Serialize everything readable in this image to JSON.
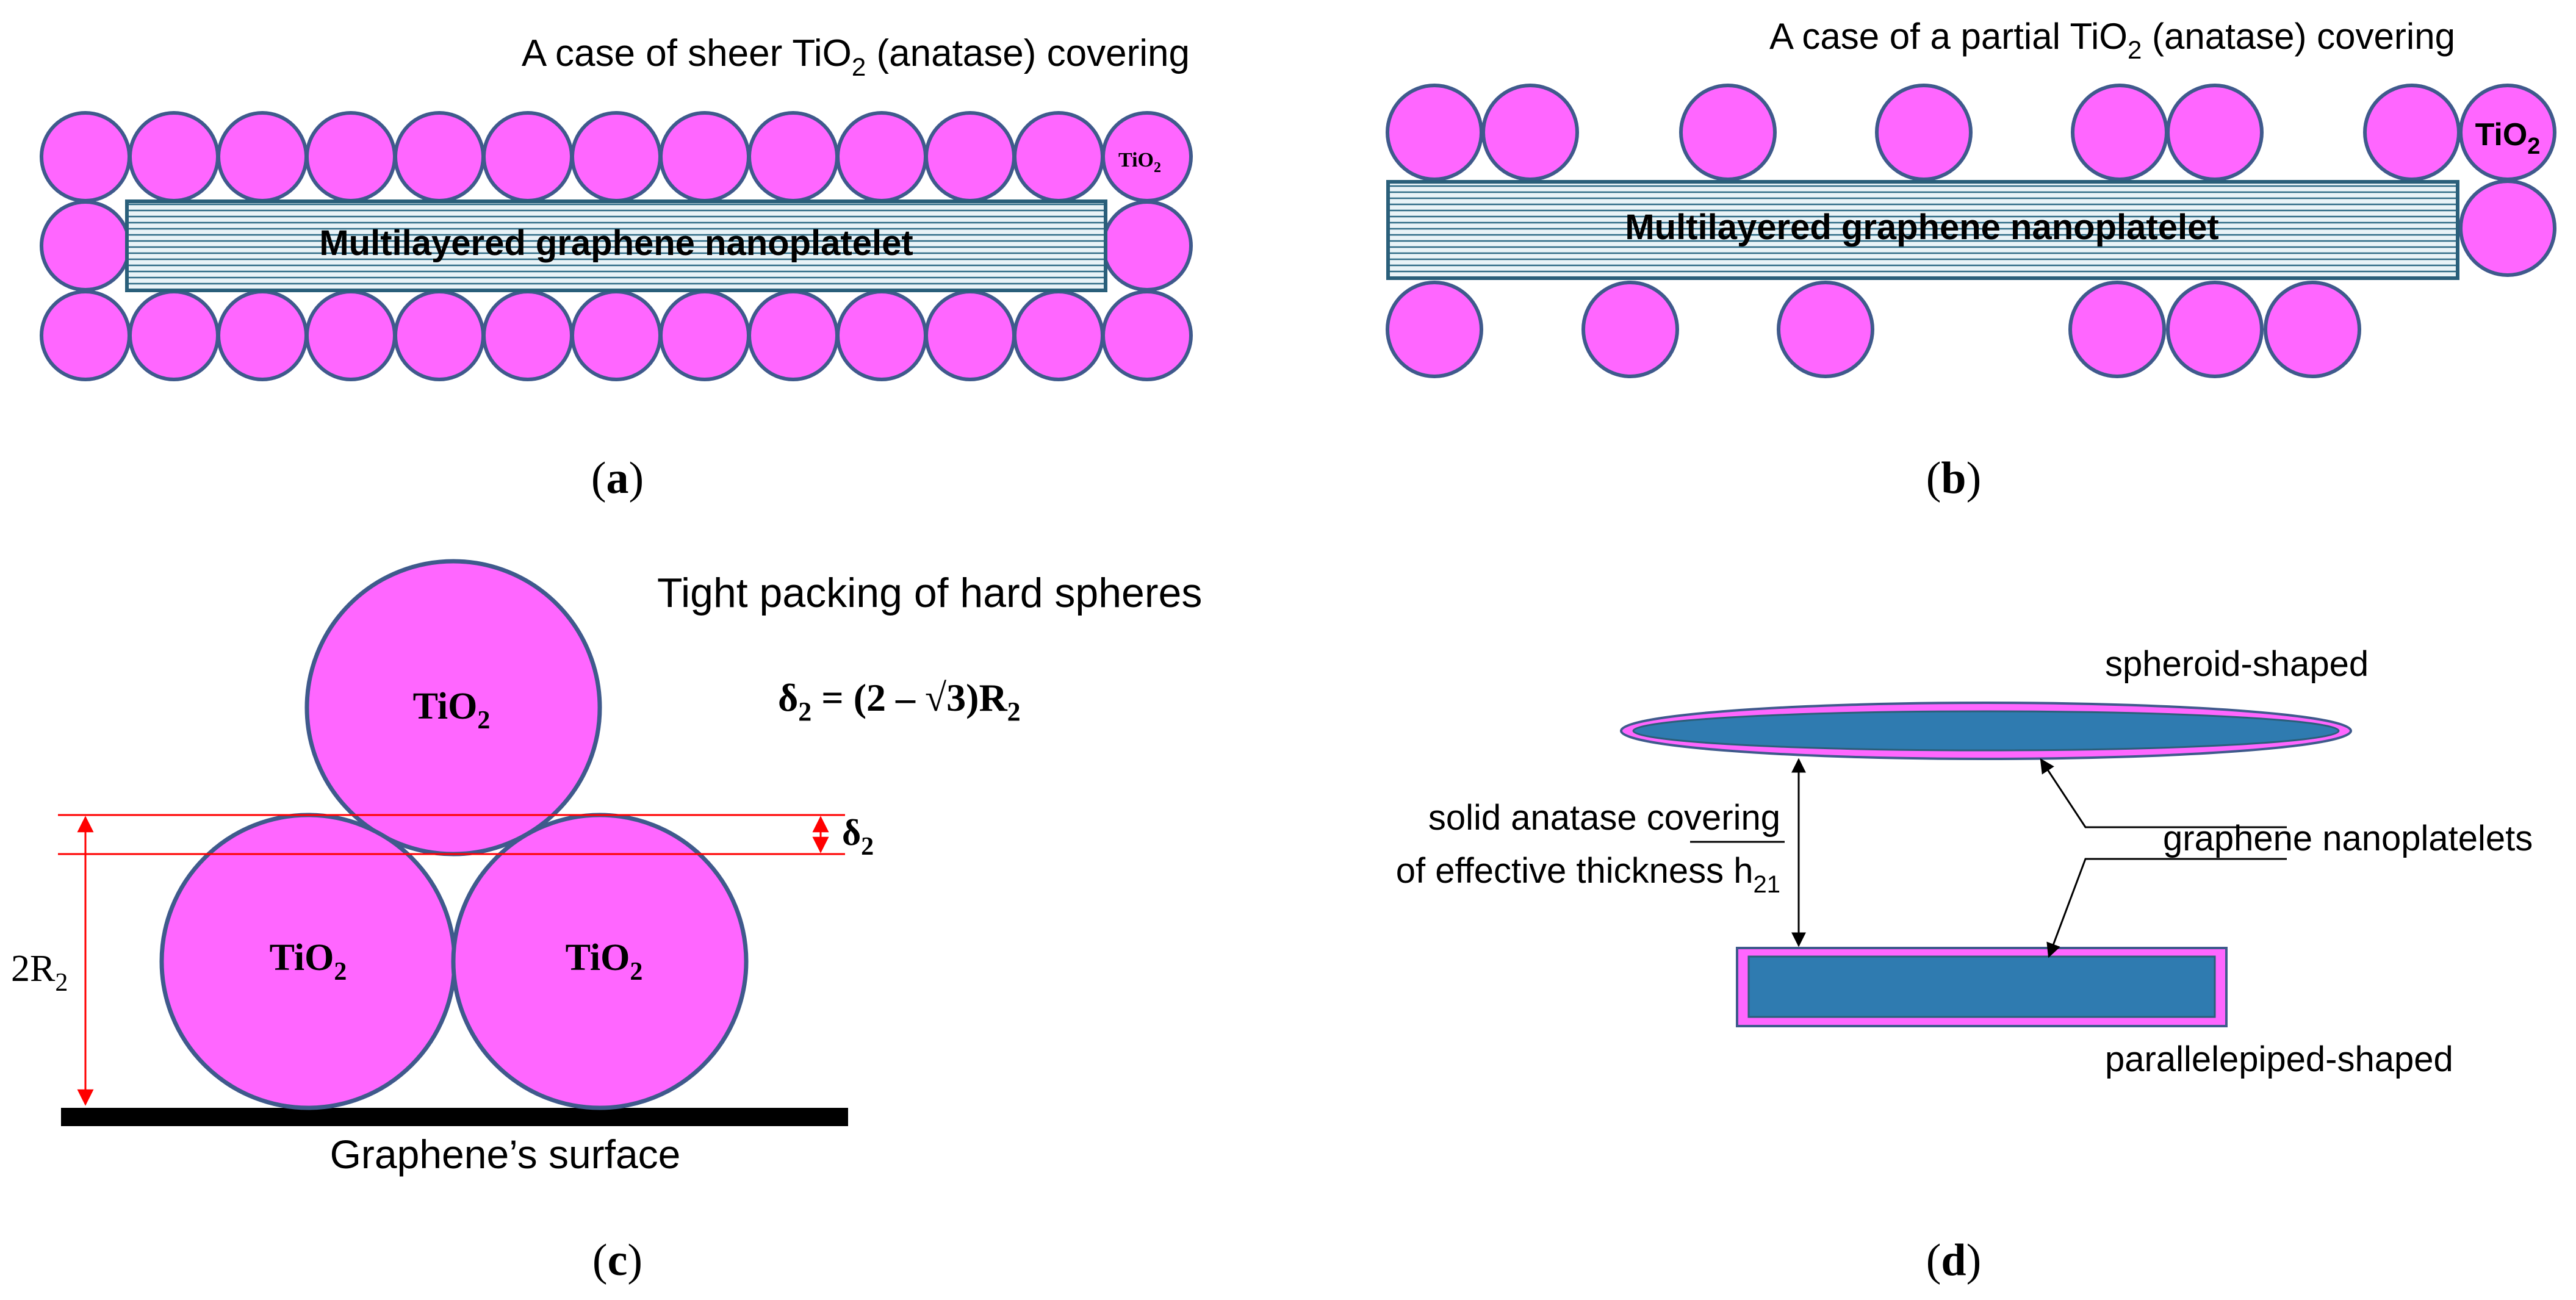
{
  "colors": {
    "sphere_fill": "#ff66ff",
    "sphere_stroke": "#3f5a8c",
    "platelet_fill": "#e9f3f7",
    "platelet_line": "#2f6b86",
    "platelet_border": "#2a5f7a",
    "core_blue": "#2f7bb0",
    "dimension_red": "#ff0000",
    "surface_black": "#000000"
  },
  "panel_a": {
    "title_prefix": "A  case  of  sheer  TiO",
    "title_sub": "2",
    "title_suffix": " (anatase) covering",
    "platelet_label": "Multilayered graphene nanoplatelet",
    "tio2_main": "TiO",
    "tio2_sub": "2",
    "caption_open": "(",
    "caption_letter": "a",
    "caption_close": ")"
  },
  "panel_b": {
    "title_prefix": "A case of a partial TiO",
    "title_sub": "2",
    "title_suffix": " (anatase) covering",
    "platelet_label": "Multilayered graphene nanoplatelet",
    "tio2_main": "TiO",
    "tio2_sub": "2",
    "caption_open": "(",
    "caption_letter": "b",
    "caption_close": ")"
  },
  "panel_c": {
    "title": "Tight packing of hard spheres",
    "formula_main": "δ",
    "formula_sub": "2",
    "formula_mid": " = (2 – √3)R",
    "formula_sub2": "2",
    "delta_main": "δ",
    "delta_sub": "2",
    "dim_main": "2R",
    "dim_sub": "2",
    "sphere_main": "TiO",
    "sphere_sub": "2",
    "surface_label": "Graphene’s surface",
    "caption_open": "(",
    "caption_letter": "c",
    "caption_close": ")"
  },
  "panel_d": {
    "spheroid_label": "spheroid-shaped",
    "covering_line1": "solid anatase covering",
    "covering_line2_main": "of effective thickness h",
    "covering_line2_sub": "21",
    "nanoplatelets_label": "graphene nanoplatelets",
    "parallelepiped_label": "parallelepiped-shaped",
    "caption_open": "(",
    "caption_letter": "d",
    "caption_close": ")"
  }
}
